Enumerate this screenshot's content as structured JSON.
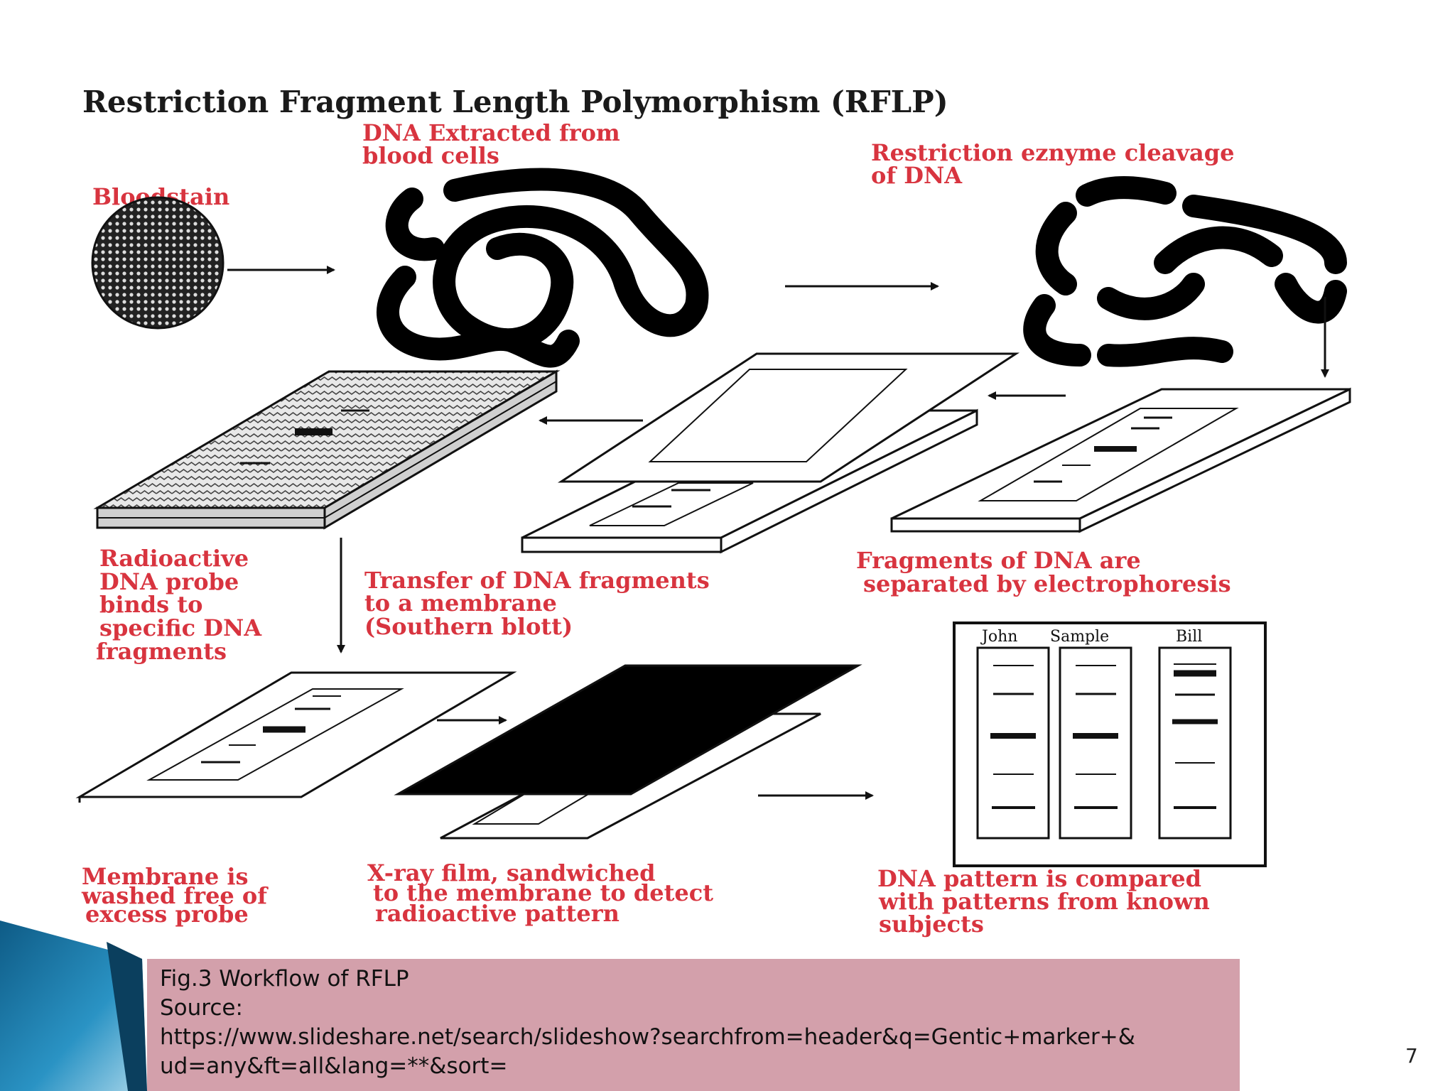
{
  "diagram": {
    "title": "Restriction Fragment Length Polymorphism (RFLP)",
    "labels": {
      "bloodstain": "Bloodstain",
      "dna_extracted": [
        "DNA Extracted from",
        "blood cells"
      ],
      "restriction": [
        "Restriction eznyme cleavage",
        "of DNA"
      ],
      "fragments_separated": [
        "Fragments of DNA are",
        "separated by electrophoresis"
      ],
      "transfer": [
        "Transfer of DNA fragments",
        "to a membrane",
        "(Southern blott)"
      ],
      "probe": [
        "Radioactive",
        "DNA probe",
        "binds to",
        "specific DNA",
        "fragments"
      ],
      "membrane_washed": [
        "Membrane is",
        "washed free of",
        "excess probe"
      ],
      "xray": [
        "X-ray film, sandwiched",
        "to the membrane to detect",
        "radioactive pattern"
      ],
      "compare": [
        "DNA pattern is compared",
        "with patterns from known",
        "subjects"
      ]
    },
    "lanes": [
      "John",
      "Sample",
      "Bill"
    ]
  },
  "caption": {
    "lines": [
      "Fig.3 Workflow of RFLP",
      "Source:",
      "https://www.slideshare.net/search/slideshow?searchfrom=header&q=Gentic+marker+&",
      "ud=any&ft=all&lang=**&sort="
    ]
  },
  "page_number": "7",
  "colors": {
    "label_red": "#d8343f",
    "caption_bg": "#d3a0ab",
    "accent_blue": "#1f7fb0"
  }
}
